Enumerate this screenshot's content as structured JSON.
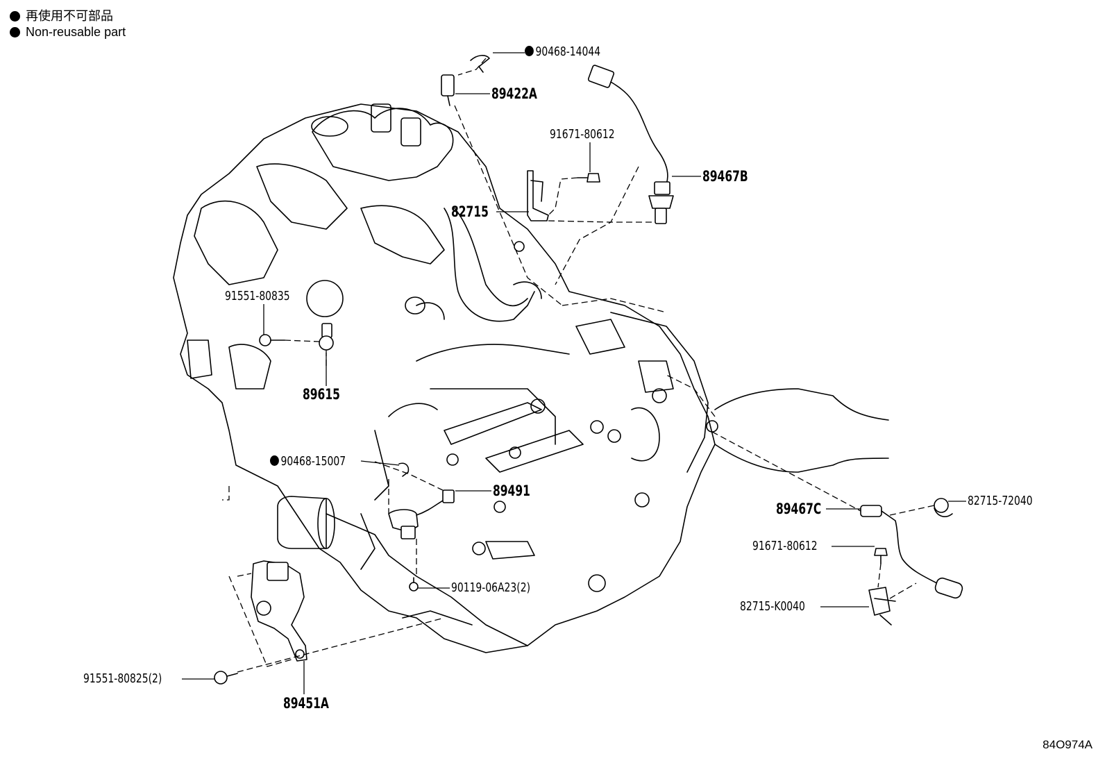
{
  "legend": {
    "items": [
      {
        "text": "再使用不可部品"
      },
      {
        "text": "Non-reusable part"
      }
    ]
  },
  "parts": [
    {
      "id": "p1",
      "label": "90468-14044",
      "non_reusable": true
    },
    {
      "id": "p2",
      "label": "89422A"
    },
    {
      "id": "p3",
      "label": "91671-80612"
    },
    {
      "id": "p4",
      "label": "89467B"
    },
    {
      "id": "p5",
      "label": "82715"
    },
    {
      "id": "p6",
      "label": "91551-80835"
    },
    {
      "id": "p7",
      "label": "89615"
    },
    {
      "id": "p8",
      "label": "90468-15007",
      "non_reusable": true
    },
    {
      "id": "p9",
      "label": "89491"
    },
    {
      "id": "p10",
      "label": "89467C"
    },
    {
      "id": "p11",
      "label": "82715-72040"
    },
    {
      "id": "p12",
      "label": "91671-80612"
    },
    {
      "id": "p13",
      "label": "82715-K0040"
    },
    {
      "id": "p14",
      "label": "90119-06A23(2)"
    },
    {
      "id": "p15",
      "label": "91551-80825(2)"
    },
    {
      "id": "p16",
      "label": "89451A"
    }
  ],
  "illustration_code": "84O974A"
}
